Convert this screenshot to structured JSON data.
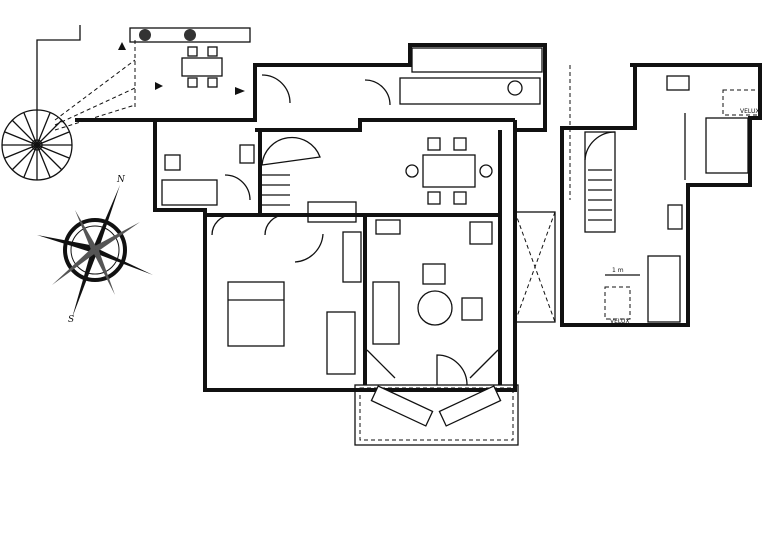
{
  "plan": {
    "compass": {
      "north_label": "N",
      "south_label": "S"
    },
    "skylight_labels": [
      "VELUX",
      "VELUX"
    ],
    "scale_label": "1 m"
  }
}
